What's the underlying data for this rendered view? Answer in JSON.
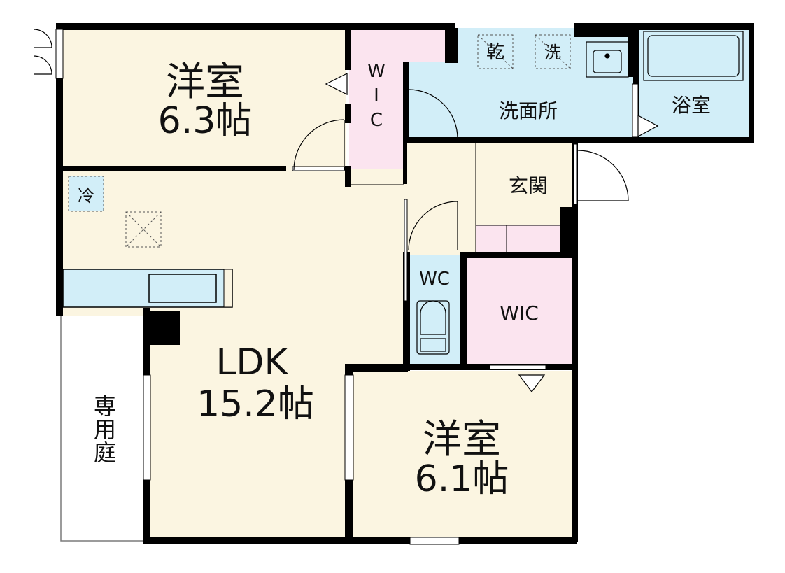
{
  "colors": {
    "room_fill": "#fbf5e1",
    "wic_fill": "#fbe4ef",
    "water_fill": "#d2eef8",
    "wall": "#000000",
    "yard_border": "#7a7a7a"
  },
  "rooms": {
    "western_north": {
      "name": "洋室",
      "size": "6.3帖"
    },
    "wic_vertical": {
      "l1": "W",
      "l2": "I",
      "l3": "C"
    },
    "washroom": {
      "name": "洗面所"
    },
    "bath": {
      "name": "浴室"
    },
    "entrance": {
      "name": "玄関"
    },
    "ldk": {
      "name": "LDK",
      "size": "15.2帖"
    },
    "wc": {
      "name": "WC"
    },
    "wic": {
      "name": "WIC"
    },
    "western_south": {
      "name": "洋室",
      "size": "6.1帖"
    },
    "yard": {
      "l1": "専",
      "l2": "用",
      "l3": "庭"
    }
  },
  "fixtures": {
    "fridge": "冷",
    "dryer": "乾",
    "washer": "洗"
  }
}
